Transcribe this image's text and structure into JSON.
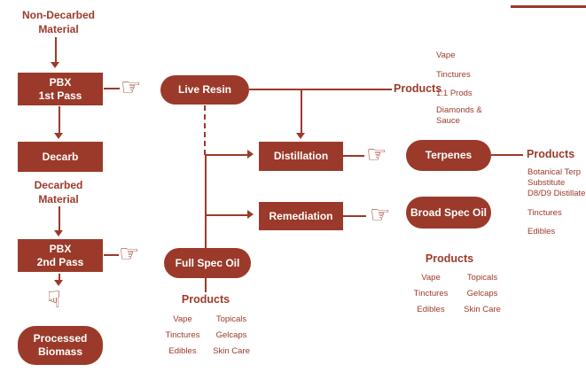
{
  "colors": {
    "brand": "#9B3A2A",
    "background": "#FFFFFF",
    "box_text": "#FFFFFF"
  },
  "flow": {
    "non_decarbed": {
      "line1": "Non-Decarbed",
      "line2": "Material"
    },
    "pbx_first": {
      "line1": "PBX",
      "line2": "1st Pass"
    },
    "decarb": {
      "label": "Decarb"
    },
    "decarbed": {
      "line1": "Decarbed",
      "line2": "Material"
    },
    "pbx_second": {
      "line1": "PBX",
      "line2": "2nd Pass"
    },
    "processed_biomass": {
      "line1": "Processed",
      "line2": "Biomass"
    },
    "live_resin": {
      "label": "Live Resin"
    },
    "full_spec_oil": {
      "label": "Full Spec Oil"
    },
    "distillation": {
      "label": "Distillation"
    },
    "remediation": {
      "label": "Remediation"
    },
    "terpenes": {
      "label": "Terpenes"
    },
    "broad_spec_oil": {
      "label": "Broad Spec Oil"
    }
  },
  "products": {
    "live_resin": {
      "heading": "Products",
      "items": [
        "Vape",
        "Tinctures",
        "1:1 Prods",
        "Diamonds & Sauce"
      ]
    },
    "terpenes": {
      "heading": "Products",
      "items": [
        "Botanical Terp Substitute",
        "D8/D9 Distillate",
        "Tinctures",
        "Edibles"
      ]
    },
    "broad_spec_oil": {
      "heading": "Products",
      "col1": [
        "Vape",
        "Tinctures",
        "Edibles"
      ],
      "col2": [
        "Topicals",
        "Gelcaps",
        "Skin Care"
      ]
    },
    "full_spec_oil": {
      "heading": "Products",
      "col1": [
        "Vape",
        "Tinctures",
        "Edibles"
      ],
      "col2": [
        "Topicals",
        "Gelcaps",
        "Skin Care"
      ]
    }
  },
  "icons": {
    "pointing_hand_right": "☞",
    "pointing_hand_down": "☟"
  }
}
